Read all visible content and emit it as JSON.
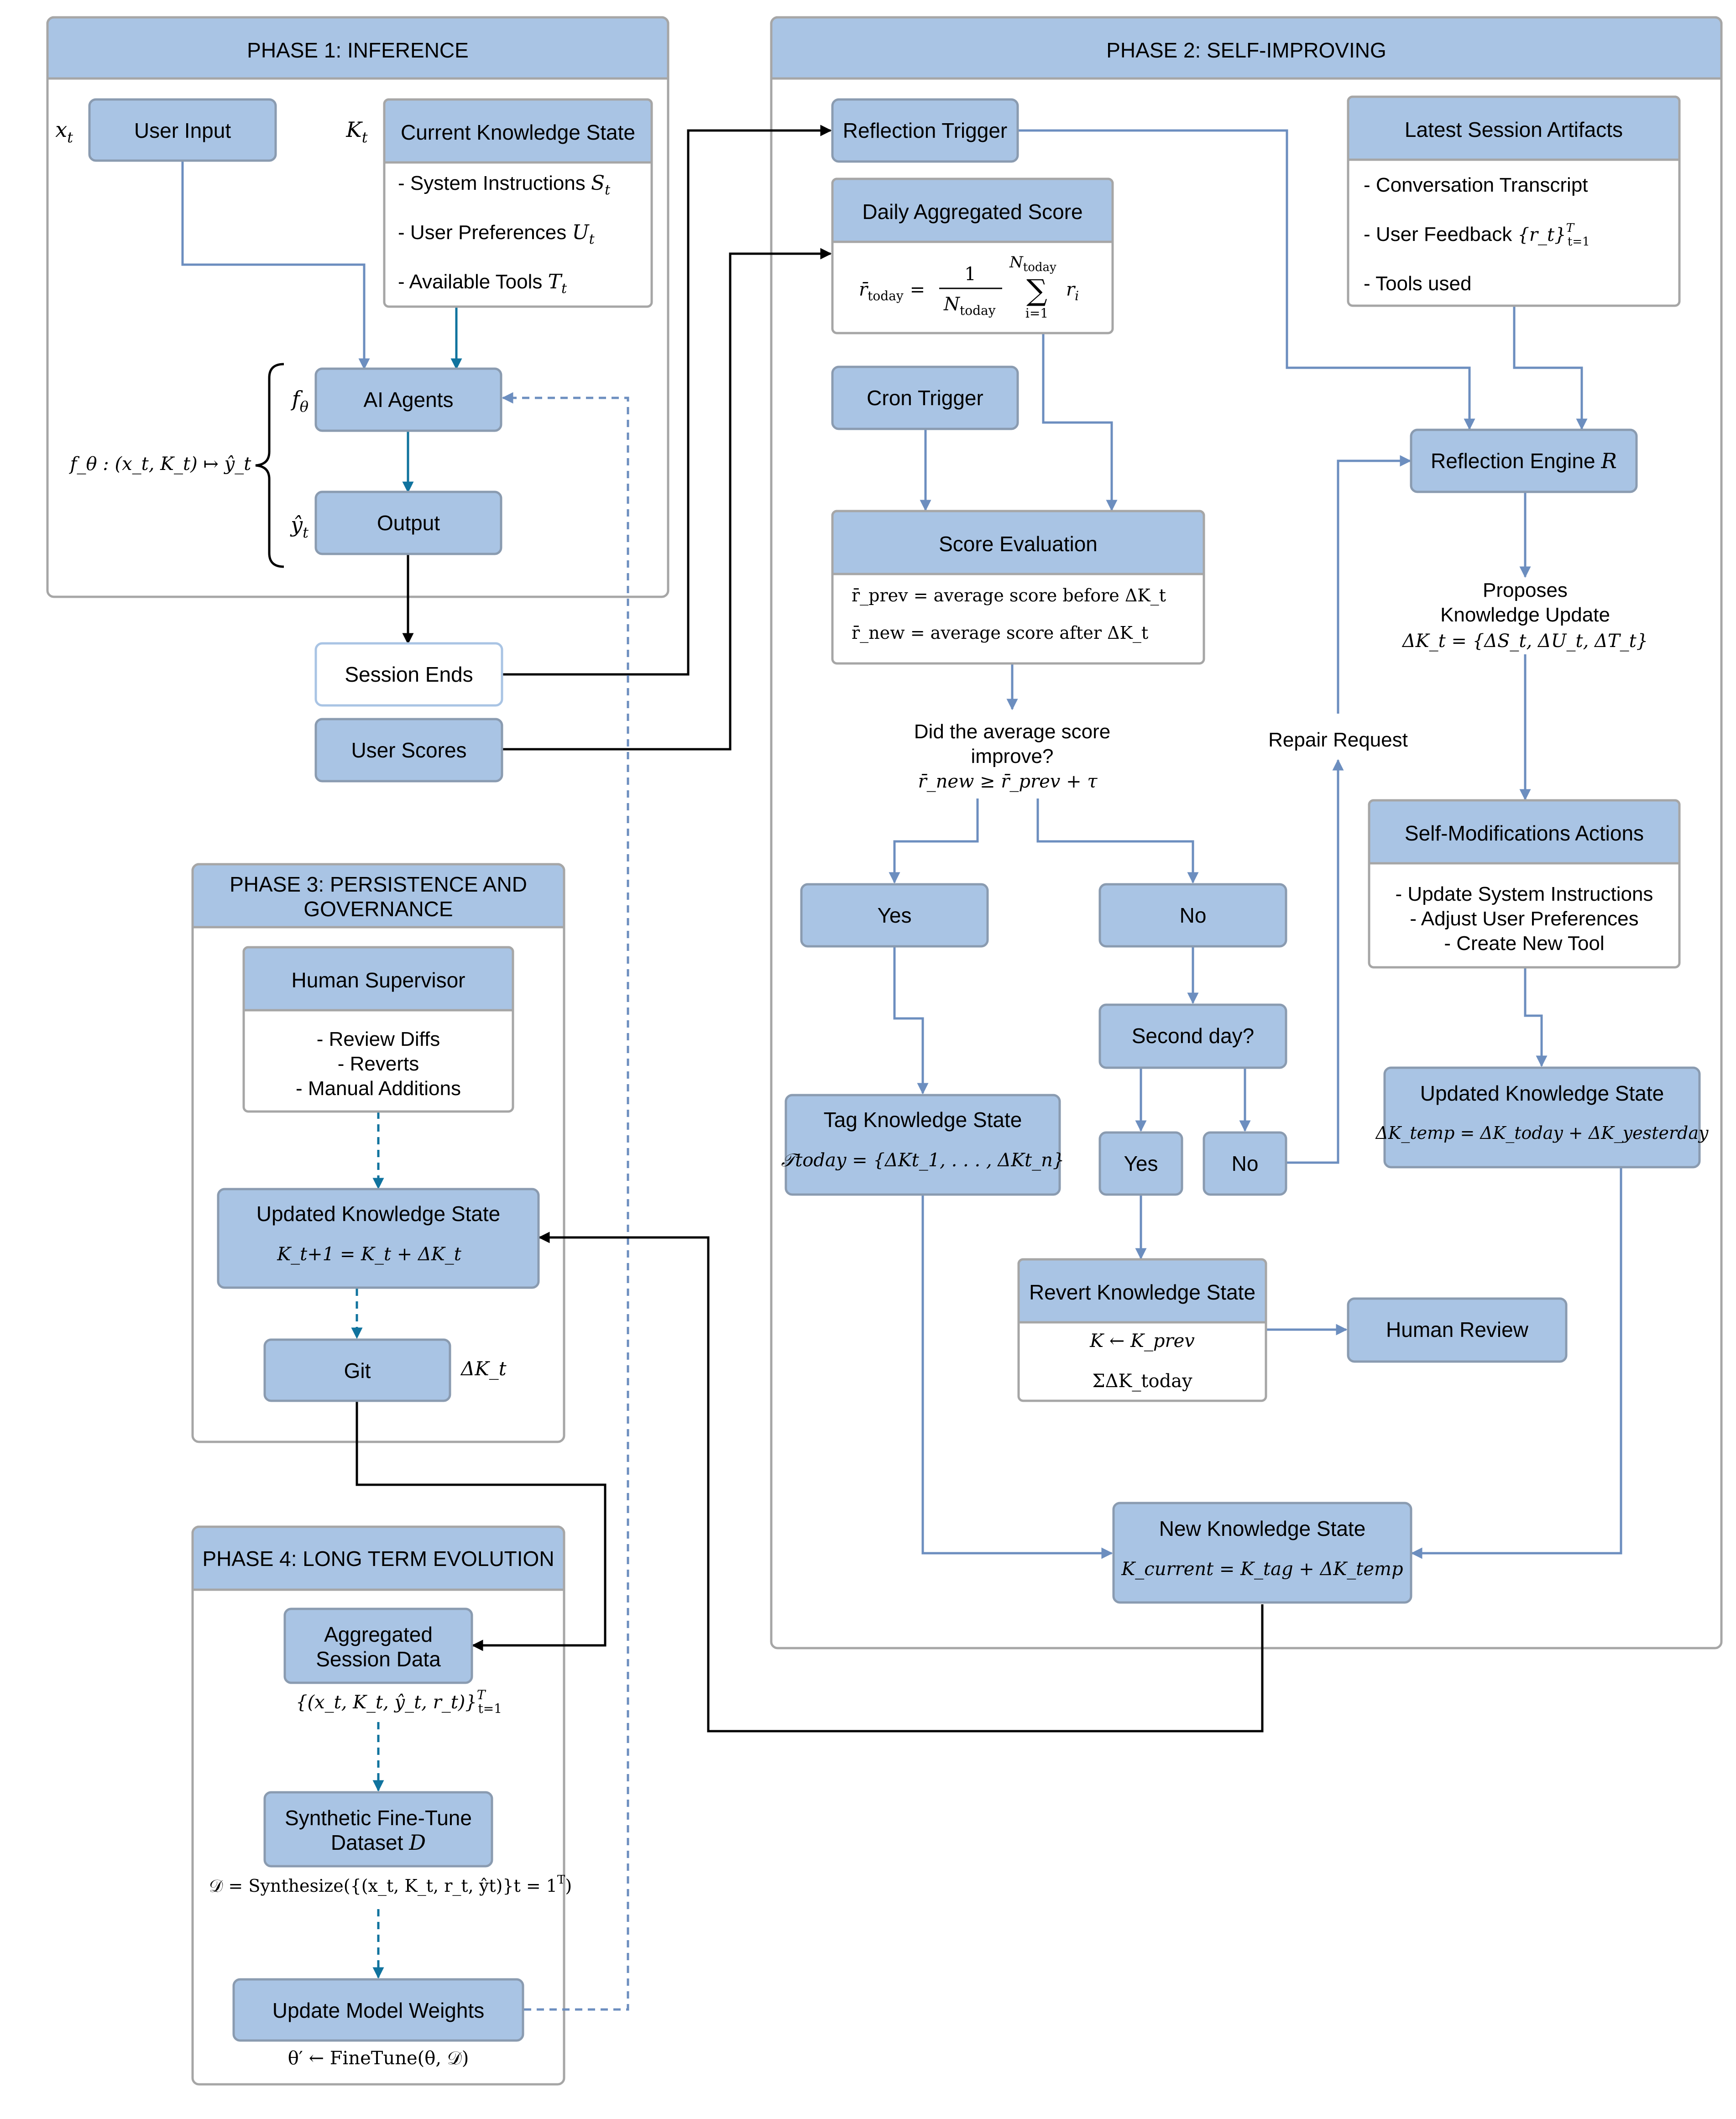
{
  "colors": {
    "node_fill": "#a9c4e4",
    "node_stroke": "#8a9bb0",
    "panel_stroke": "#a6a6a6",
    "panel_header": "#a9c4e4",
    "arrow_blue": "#6c8ebf",
    "arrow_teal": "#10739e",
    "arrow_black": "#000000"
  },
  "phase1": {
    "title": "PHASE 1: INFERENCE",
    "x_label": "x",
    "x_sub": "t",
    "user_input": "User Input",
    "k_label": "K",
    "k_sub": "t",
    "knowledge_title": "Current Knowledge State",
    "knowledge_items": [
      {
        "text": "- System Instructions ",
        "math": "S",
        "sub": "t"
      },
      {
        "text": "- User Preferences ",
        "math": "U",
        "sub": "t"
      },
      {
        "text": "- Available Tools ",
        "math": "T",
        "sub": "t"
      }
    ],
    "f_label": "f",
    "f_sub": "θ",
    "ai_agents": "AI Agents",
    "mapping": "f_θ : (x_t, K_t) ↦ ŷ_t",
    "y_label": "ŷ",
    "y_sub": "t",
    "output": "Output"
  },
  "session_ends": "Session Ends",
  "user_scores": "User Scores",
  "phase2": {
    "title": "PHASE 2: SELF-IMPROVING",
    "reflection_trigger": "Reflection Trigger",
    "daily_score_title": "Daily Aggregated Score",
    "daily_score_formula": {
      "lhs": "r̄",
      "lhs_sub": "today",
      "eq": "=",
      "numerator": "1",
      "denominator": "N",
      "denominator_sub": "today",
      "sum_top": "N",
      "sum_top_sub": "today",
      "sum_symbol": "∑",
      "sum_bottom": "i=1",
      "term": "r",
      "term_sub": "i"
    },
    "artifacts_title": "Latest Session Artifacts",
    "artifacts_items": [
      "- Conversation Transcript",
      "- User Feedback ",
      "- Tools used"
    ],
    "feedback_math": "{r_t}",
    "feedback_sup": "T",
    "feedback_sub": "t=1",
    "cron_trigger": "Cron Trigger",
    "reflection_engine": "Reflection Engine ",
    "reflection_engine_math": "R",
    "score_eval_title": "Score Evaluation",
    "score_eval_lines": [
      "r̄_prev = average score before ΔK_t",
      "r̄_new = average score after ΔK_t"
    ],
    "proposes": [
      "Proposes",
      "Knowledge Update"
    ],
    "proposes_formula": "ΔK_t = {ΔS_t, ΔU_t, ΔT_t}",
    "question": [
      "Did the average score",
      "improve?"
    ],
    "question_formula": "r̄_new ≥ r̄_prev + τ",
    "repair_request": "Repair Request",
    "self_mod_title": "Self-Modifications Actions",
    "self_mod_items": [
      "- Update System Instructions",
      "- Adjust User Preferences",
      "- Create New Tool"
    ],
    "yes": "Yes",
    "no": "No",
    "second_day": "Second day?",
    "yes2": "Yes",
    "no2": "No",
    "updated_ks_title": "Updated Knowledge State",
    "updated_ks_formula": "ΔK_temp = ΔK_today + ΔK_yesterday",
    "tag_ks_title": "Tag Knowledge State",
    "tag_ks_formula": "𝒯today = {ΔKt_1, . . . , ΔKt_n}",
    "revert_title": "Revert Knowledge State",
    "revert_lines": [
      "K ← K_prev",
      "ΣΔK_today"
    ],
    "human_review": "Human Review",
    "new_ks_title": "New Knowledge State",
    "new_ks_formula": "K_current = K_tag + ΔK_temp"
  },
  "phase3": {
    "title": [
      "PHASE 3: PERSISTENCE AND",
      "GOVERNANCE"
    ],
    "human_supervisor": "Human Supervisor",
    "supervisor_items": [
      "- Review Diffs",
      "- Reverts",
      "- Manual Additions"
    ],
    "updated_ks_title": "Updated Knowledge State",
    "updated_ks_formula": "K_t+1 = K_t + ΔK_t",
    "git": "Git",
    "git_label": "ΔK_t"
  },
  "phase4": {
    "title": "PHASE 4: LONG TERM EVOLUTION",
    "aggregated": [
      "Aggregated",
      "Session Data"
    ],
    "aggregated_formula": "{(x_t, K_t, ŷ_t, r_t)}",
    "aggregated_sup": "T",
    "aggregated_sub": "t=1",
    "synthetic": [
      "Synthetic Fine-Tune",
      "Dataset "
    ],
    "synthetic_math": "D",
    "synthetic_formula": "𝒟 = Synthesize({(x_t, K_t, r_t, ŷt)}t = 1",
    "synthetic_formula_sup": "T",
    "synthetic_formula_end": ")",
    "update_weights": "Update Model Weights",
    "update_formula": "θ′ ← FineTune(θ, 𝒟)"
  }
}
